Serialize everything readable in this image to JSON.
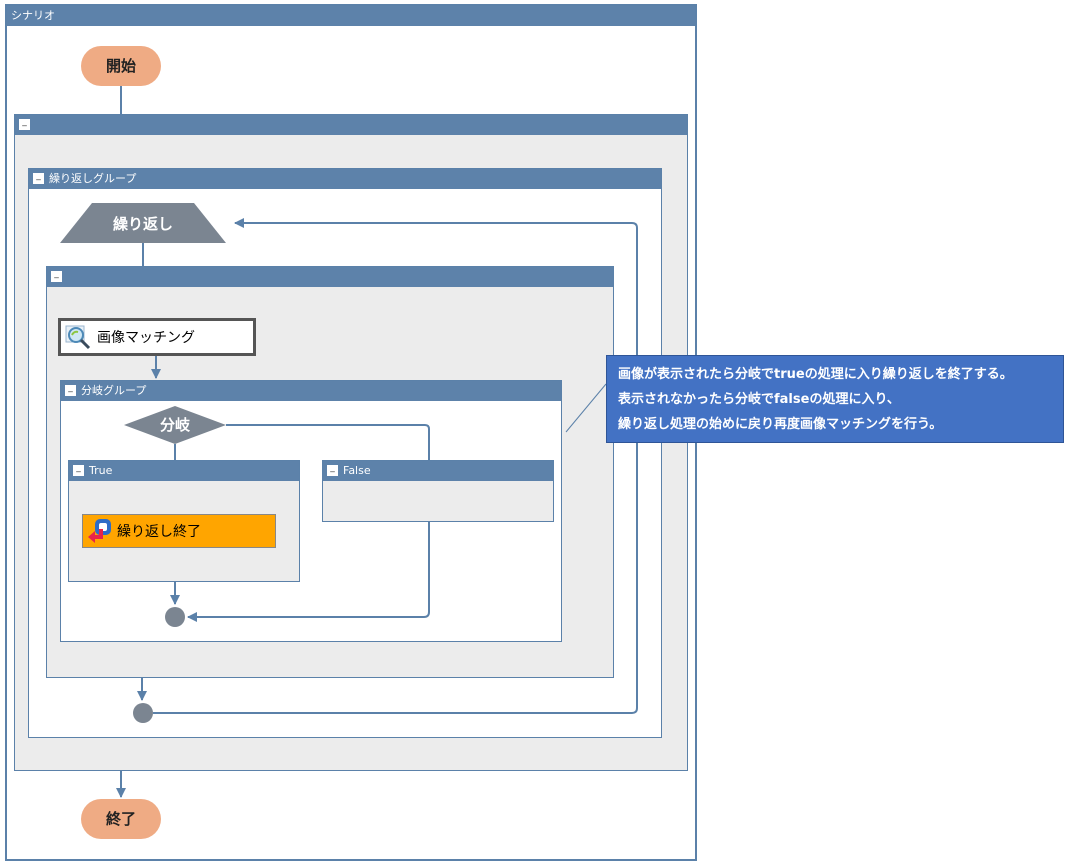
{
  "scenario": {
    "title": "シナリオ"
  },
  "start": {
    "label": "開始"
  },
  "end": {
    "label": "終了"
  },
  "outer_group": {
    "title": ""
  },
  "loop_group": {
    "title": "繰り返しグループ"
  },
  "loop": {
    "label": "繰り返し"
  },
  "inner_group": {
    "title": ""
  },
  "image_match": {
    "label": "画像マッチング",
    "icon": "magnifier-icon"
  },
  "branch_group": {
    "title": "分岐グループ"
  },
  "branch": {
    "label": "分岐"
  },
  "true_branch": {
    "title": "True"
  },
  "false_branch": {
    "title": "False"
  },
  "loop_end": {
    "label": "繰り返し終了",
    "icon": "loop-exit-icon"
  },
  "note": {
    "lines": [
      "画像が表示されたら分岐でtrueの処理に入り繰り返しを終了する。",
      "表示されなかったら分岐でfalseの処理に入り、",
      "繰り返し処理の始めに戻り再度画像マッチングを行う。"
    ]
  },
  "colors": {
    "header": "#5d82aa",
    "start_end": "#efab84",
    "shape_grey": "#7b8591",
    "loop_end_fill": "#ffa500",
    "note_fill": "#4372c4",
    "connector": "#5b81a9"
  }
}
